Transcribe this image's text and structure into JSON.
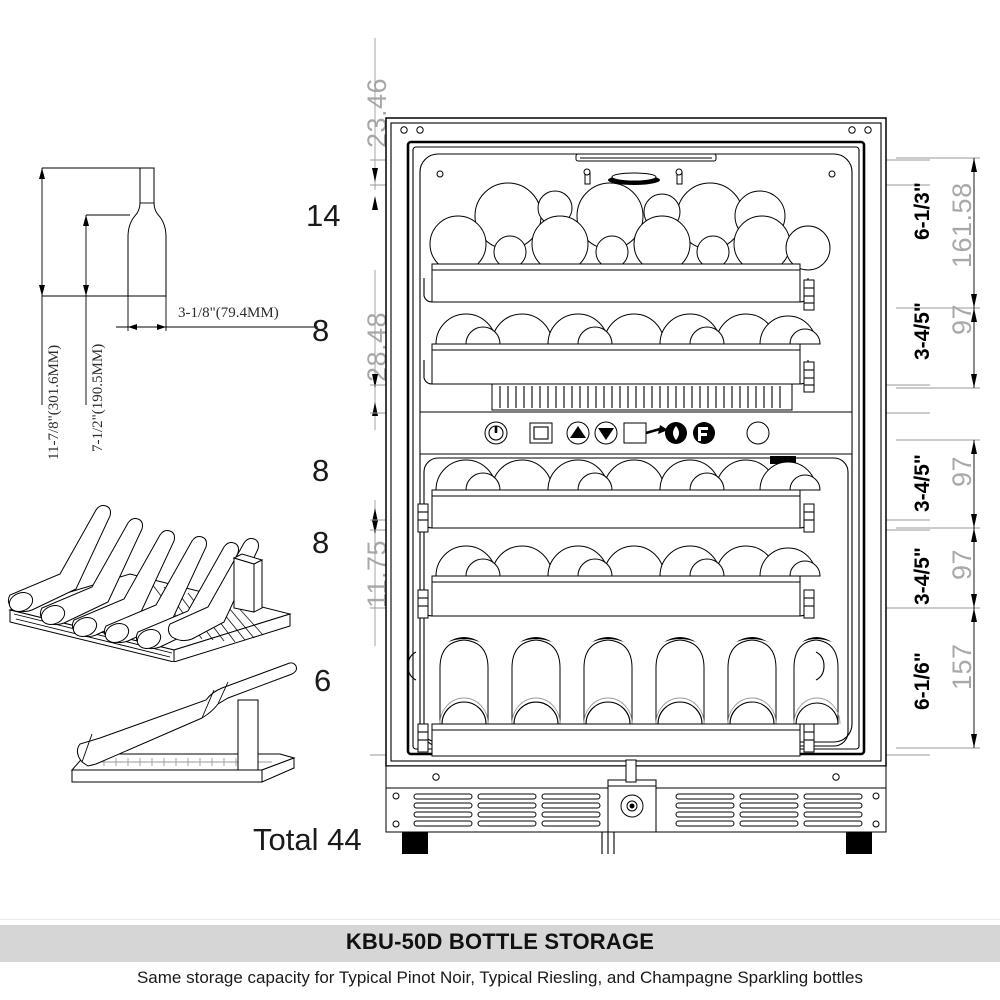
{
  "caption": {
    "title": "KBU-50D BOTTLE STORAGE",
    "subtitle": "Same storage capacity for Typical Pinot Noir, Typical Riesling, and Champagne Sparkling bottles"
  },
  "bottle_detail": {
    "height_total": "11-7/8\"(301.6MM)",
    "height_body": "7-1/2\"(190.5MM)",
    "diameter": "3-1/8\"(79.4MM)"
  },
  "shelf_counts": {
    "shelf1": "14",
    "shelf2": "8",
    "shelf3": "8",
    "shelf4": "8",
    "shelf5": "6",
    "total": "Total 44"
  },
  "left_dims": {
    "d1": "23.46",
    "d2": "28.48",
    "d3": "11.75"
  },
  "right_dims": [
    {
      "imperial": "6-1/3\"",
      "metric": "161.58"
    },
    {
      "imperial": "3-4/5\"",
      "metric": "97"
    },
    {
      "imperial": "3-4/5\"",
      "metric": "97"
    },
    {
      "imperial": "3-4/5\"",
      "metric": "97"
    },
    {
      "imperial": "6-1/6\"",
      "metric": "157"
    }
  ],
  "control_panel": {
    "icons": [
      "power-icon",
      "display-square-icon",
      "up-arrow-icon",
      "down-arrow-icon",
      "zone-switch-icon",
      "light-icon",
      "celsius-fahrenheit-icon",
      "indicator-circle-icon"
    ]
  },
  "illustrations": {
    "sliding_shelf": "sliding-shelf-with-bottles-illustration",
    "single_bottle": "single-bottle-on-rack-illustration",
    "bottle_profile": "bottle-profile-outline"
  },
  "colors": {
    "dimension_gray": "#a8a8a8",
    "line_black": "#000000",
    "caption_band": "#d6d6d6"
  }
}
